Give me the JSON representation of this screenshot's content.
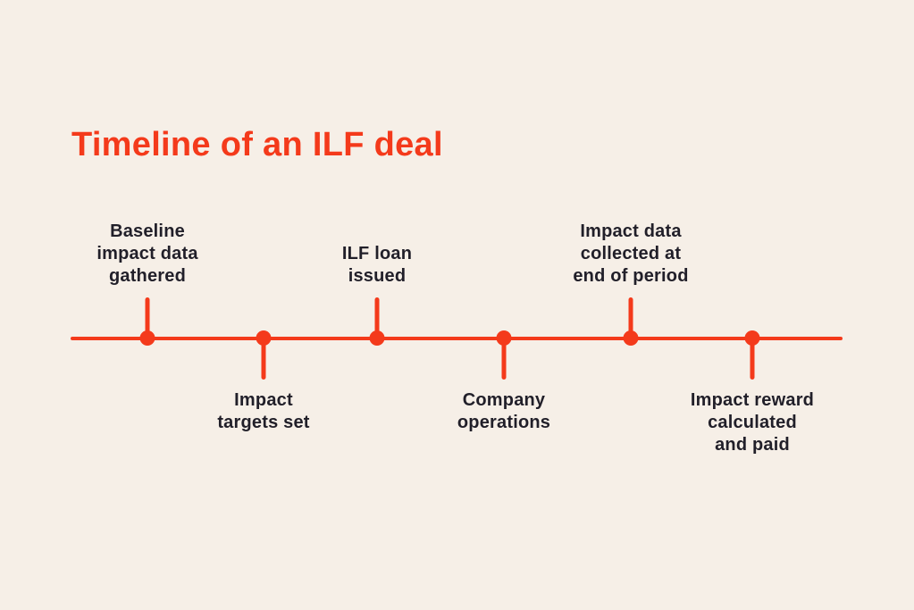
{
  "theme": {
    "background": "#F6EFE7",
    "accent": "#F43A1B",
    "text": "#211F29"
  },
  "title": "Timeline of an ILF deal",
  "timeline": {
    "events": [
      {
        "label": "Baseline\nimpact data\ngathered",
        "side": "above"
      },
      {
        "label": "Impact\ntargets set",
        "side": "below"
      },
      {
        "label": "ILF loan\nissued",
        "side": "above"
      },
      {
        "label": "Company\noperations",
        "side": "below"
      },
      {
        "label": "Impact data\ncollected at\nend of period",
        "side": "above"
      },
      {
        "label": "Impact reward\ncalculated\nand paid",
        "side": "below"
      }
    ]
  }
}
